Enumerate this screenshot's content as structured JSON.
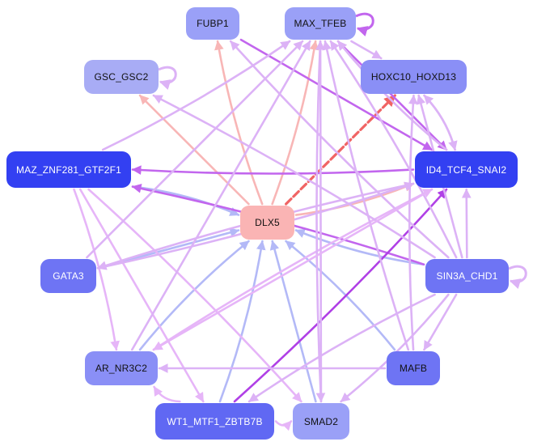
{
  "colors": {
    "edge_violet": "#c266ee",
    "edge_violet_light": "#e6b5f8",
    "edge_lilac": "#dcb2f6",
    "edge_periwinkle": "#b3b9f7",
    "edge_salmon": "#f8b6b6",
    "edge_red": "#f06464",
    "edge_purple": "#b040e6"
  },
  "nodes": [
    {
      "id": "FUBP1",
      "label": "FUBP1",
      "fill": "#9aa0f7",
      "text": "light"
    },
    {
      "id": "MAX_TFEB",
      "label": "MAX_TFEB",
      "fill": "#9aa0f7",
      "text": "light"
    },
    {
      "id": "GSC_GSC2",
      "label": "GSC_GSC2",
      "fill": "#a8acf5",
      "text": "light"
    },
    {
      "id": "HOXC10_HOXD13",
      "label": "HOXC10_HOXD13",
      "fill": "#8a8ff6",
      "text": "light"
    },
    {
      "id": "MAZ_ZNF281_GTF2F1",
      "label": "MAZ_ZNF281_GTF2F1",
      "fill": "#3340f2",
      "text": "dark"
    },
    {
      "id": "ID4_TCF4_SNAI2",
      "label": "ID4_TCF4_SNAI2",
      "fill": "#3340f2",
      "text": "dark"
    },
    {
      "id": "DLX5",
      "label": "DLX5",
      "fill": "#fab4b4",
      "text": "light"
    },
    {
      "id": "GATA3",
      "label": "GATA3",
      "fill": "#6e74f4",
      "text": "dark"
    },
    {
      "id": "SIN3A_CHD1",
      "label": "SIN3A_CHD1",
      "fill": "#6e74f4",
      "text": "dark"
    },
    {
      "id": "AR_NR3C2",
      "label": "AR_NR3C2",
      "fill": "#8a8ff6",
      "text": "light"
    },
    {
      "id": "MAFB",
      "label": "MAFB",
      "fill": "#6e74f4",
      "text": "light"
    },
    {
      "id": "WT1_MTF1_ZBTB7B",
      "label": "WT1_MTF1_ZBTB7B",
      "fill": "#6068f3",
      "text": "dark"
    },
    {
      "id": "SMAD2",
      "label": "SMAD2",
      "fill": "#9aa0f7",
      "text": "light"
    }
  ],
  "edges": [
    {
      "from": "DLX5",
      "to": "HOXC10_HOXD13",
      "color": "edge_red",
      "dashed": true
    },
    {
      "from": "DLX5",
      "to": "FUBP1",
      "color": "edge_salmon"
    },
    {
      "from": "DLX5",
      "to": "MAX_TFEB",
      "color": "edge_salmon"
    },
    {
      "from": "DLX5",
      "to": "GSC_GSC2",
      "color": "edge_salmon"
    },
    {
      "from": "DLX5",
      "to": "ID4_TCF4_SNAI2",
      "color": "edge_salmon"
    },
    {
      "from": "MAZ_ZNF281_GTF2F1",
      "to": "DLX5",
      "color": "edge_periwinkle"
    },
    {
      "from": "GATA3",
      "to": "DLX5",
      "color": "edge_periwinkle"
    },
    {
      "from": "AR_NR3C2",
      "to": "DLX5",
      "color": "edge_periwinkle"
    },
    {
      "from": "WT1_MTF1_ZBTB7B",
      "to": "DLX5",
      "color": "edge_periwinkle"
    },
    {
      "from": "SMAD2",
      "to": "DLX5",
      "color": "edge_periwinkle"
    },
    {
      "from": "MAFB",
      "to": "DLX5",
      "color": "edge_periwinkle"
    },
    {
      "from": "SIN3A_CHD1",
      "to": "DLX5",
      "color": "edge_periwinkle"
    },
    {
      "from": "FUBP1",
      "to": "ID4_TCF4_SNAI2",
      "color": "edge_violet"
    },
    {
      "from": "ID4_TCF4_SNAI2",
      "to": "MAZ_ZNF281_GTF2F1",
      "color": "edge_violet"
    },
    {
      "from": "SIN3A_CHD1",
      "to": "MAZ_ZNF281_GTF2F1",
      "color": "edge_violet"
    },
    {
      "from": "MAX_TFEB",
      "to": "ID4_TCF4_SNAI2",
      "color": "edge_violet"
    },
    {
      "from": "WT1_MTF1_ZBTB7B",
      "to": "ID4_TCF4_SNAI2",
      "color": "edge_purple"
    },
    {
      "from": "MAZ_ZNF281_GTF2F1",
      "to": "AR_NR3C2",
      "color": "edge_violet_light"
    },
    {
      "from": "MAZ_ZNF281_GTF2F1",
      "to": "WT1_MTF1_ZBTB7B",
      "color": "edge_violet_light"
    },
    {
      "from": "MAZ_ZNF281_GTF2F1",
      "to": "SMAD2",
      "color": "edge_violet_light"
    },
    {
      "from": "MAZ_ZNF281_GTF2F1",
      "to": "MAX_TFEB",
      "color": "edge_lilac"
    },
    {
      "from": "GATA3",
      "to": "MAX_TFEB",
      "color": "edge_lilac"
    },
    {
      "from": "GATA3",
      "to": "ID4_TCF4_SNAI2",
      "color": "edge_lilac"
    },
    {
      "from": "AR_NR3C2",
      "to": "ID4_TCF4_SNAI2",
      "color": "edge_violet_light"
    },
    {
      "from": "AR_NR3C2",
      "to": "MAX_TFEB",
      "color": "edge_lilac"
    },
    {
      "from": "WT1_MTF1_ZBTB7B",
      "to": "AR_NR3C2",
      "color": "edge_violet_light"
    },
    {
      "from": "WT1_MTF1_ZBTB7B",
      "to": "SMAD2",
      "color": "edge_violet_light"
    },
    {
      "from": "SMAD2",
      "to": "MAX_TFEB",
      "color": "edge_lilac"
    },
    {
      "from": "MAX_TFEB",
      "to": "SMAD2",
      "color": "edge_lilac"
    },
    {
      "from": "MAFB",
      "to": "MAX_TFEB",
      "color": "edge_lilac"
    },
    {
      "from": "MAFB",
      "to": "AR_NR3C2",
      "color": "edge_lilac"
    },
    {
      "from": "MAFB",
      "to": "HOXC10_HOXD13",
      "color": "edge_lilac"
    },
    {
      "from": "SIN3A_CHD1",
      "to": "MAX_TFEB",
      "color": "edge_lilac"
    },
    {
      "from": "SIN3A_CHD1",
      "to": "HOXC10_HOXD13",
      "color": "edge_lilac"
    },
    {
      "from": "SIN3A_CHD1",
      "to": "GSC_GSC2",
      "color": "edge_lilac"
    },
    {
      "from": "SIN3A_CHD1",
      "to": "FUBP1",
      "color": "edge_lilac"
    },
    {
      "from": "SIN3A_CHD1",
      "to": "ID4_TCF4_SNAI2",
      "color": "edge_lilac"
    },
    {
      "from": "SIN3A_CHD1",
      "to": "SMAD2",
      "color": "edge_lilac"
    },
    {
      "from": "SIN3A_CHD1",
      "to": "WT1_MTF1_ZBTB7B",
      "color": "edge_lilac"
    },
    {
      "from": "SIN3A_CHD1",
      "to": "MAFB",
      "color": "edge_lilac"
    },
    {
      "from": "ID4_TCF4_SNAI2",
      "to": "HOXC10_HOXD13",
      "color": "edge_lilac"
    },
    {
      "from": "HOXC10_HOXD13",
      "to": "ID4_TCF4_SNAI2",
      "color": "edge_lilac"
    },
    {
      "from": "MAX_TFEB",
      "to": "HOXC10_HOXD13",
      "color": "edge_lilac"
    },
    {
      "from": "ID4_TCF4_SNAI2",
      "to": "MAX_TFEB",
      "color": "edge_lilac"
    },
    {
      "from": "ID4_TCF4_SNAI2",
      "to": "GATA3",
      "color": "edge_lilac"
    },
    {
      "from": "ID4_TCF4_SNAI2",
      "to": "AR_NR3C2",
      "color": "edge_violet_light"
    }
  ],
  "self_loops": [
    {
      "node": "MAX_TFEB",
      "color": "edge_violet"
    },
    {
      "node": "GSC_GSC2",
      "color": "edge_lilac"
    },
    {
      "node": "SIN3A_CHD1",
      "color": "edge_lilac"
    }
  ]
}
